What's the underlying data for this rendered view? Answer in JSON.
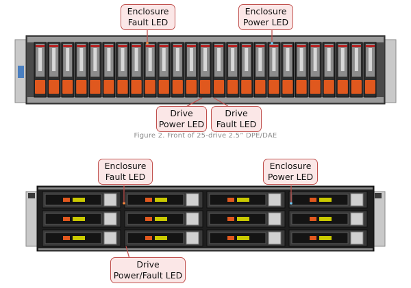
{
  "callouts": {
    "top_enclosure_fault": [
      "Enclosure",
      "Fault LED"
    ],
    "top_enclosure_power": [
      "Enclosure",
      "Power LED"
    ],
    "top_drive_power": [
      "Drive",
      "Power LED"
    ],
    "top_drive_fault": [
      "Drive",
      "Fault LED"
    ],
    "bottom_enclosure_fault": [
      "Enclosure",
      "Fault LED"
    ],
    "bottom_enclosure_power": [
      "Enclosure",
      "Power LED"
    ],
    "bottom_drive_powerfault": [
      "Drive",
      "Power/Fault LED"
    ]
  },
  "caption": "Figure 2. Front of 25-drive 2.5” DPE/DAE",
  "enclosures": {
    "top": {
      "drive_count": 25
    },
    "bottom": {
      "drive_count": 12
    }
  },
  "colors": {
    "callout_border": "#c0504d",
    "callout_fill": "#fbe7e7",
    "drive_latch": "#e0581e",
    "drive_label": "#c9c900",
    "chassis": "#2a2a2a"
  }
}
